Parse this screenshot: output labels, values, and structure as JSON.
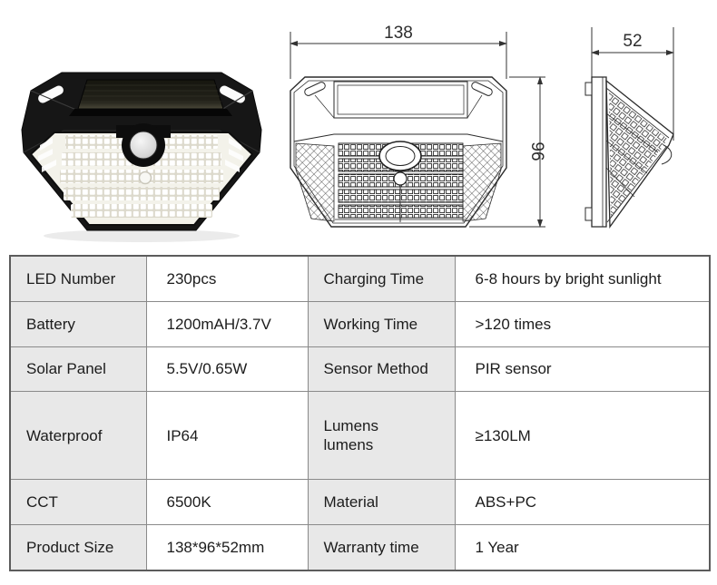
{
  "images": {
    "front_view": {
      "width_mm": "138",
      "height_mm": "96"
    },
    "side_view": {
      "depth_mm": "52"
    }
  },
  "colors": {
    "label_cell_bg": "#e8e8e8",
    "table_border": "#8a8a8a",
    "text": "#1c1c1c"
  },
  "spec_table": {
    "rows": [
      {
        "label1": "LED Number",
        "value1": "230pcs",
        "label2": "Charging Time",
        "value2": "6-8 hours by bright sunlight"
      },
      {
        "label1": "Battery",
        "value1": "1200mAH/3.7V",
        "label2": "Working Time",
        "value2": ">120 times"
      },
      {
        "label1": "Solar Panel",
        "value1": "5.5V/0.65W",
        "label2": "Sensor Method",
        "value2": "PIR sensor"
      },
      {
        "label1": "Waterproof",
        "value1": "IP64",
        "label2": "Lumens\nlumens",
        "value2": "≥130LM"
      },
      {
        "label1": "CCT",
        "value1": "6500K",
        "label2": "Material",
        "value2": "ABS+PC"
      },
      {
        "label1": "Product Size",
        "value1": "138*96*52mm",
        "label2": "Warranty time",
        "value2": "1 Year"
      }
    ]
  }
}
